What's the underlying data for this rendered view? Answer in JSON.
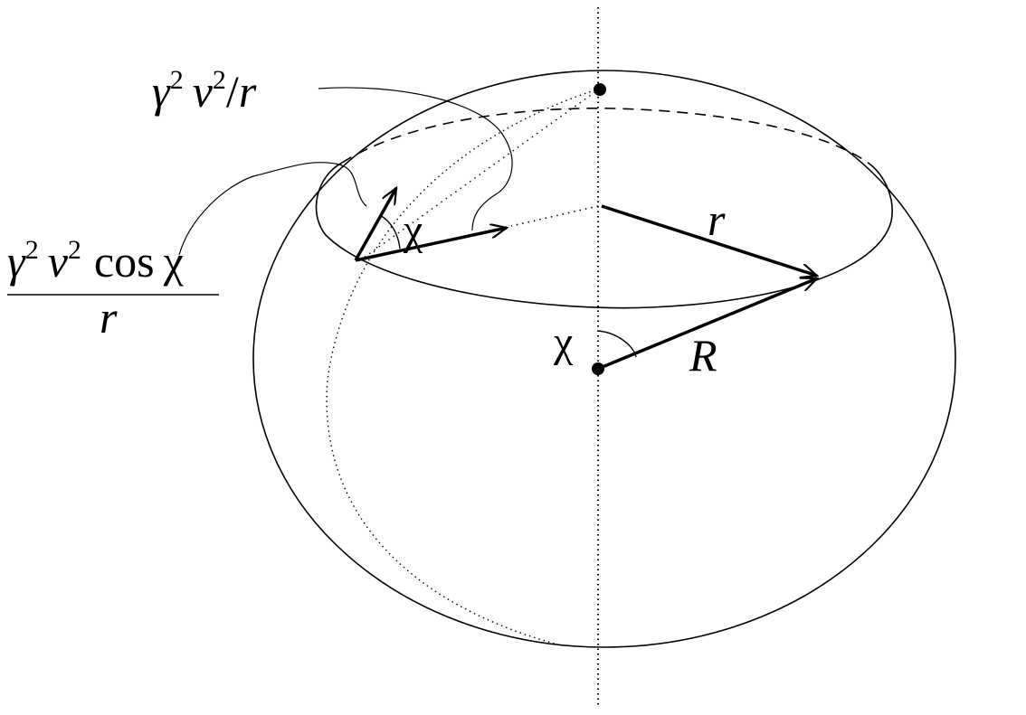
{
  "diagram": {
    "labels": {
      "centripetal": {
        "gamma": "γ",
        "sq1": "2",
        "v": "v",
        "sq2": "2",
        "slash": "/",
        "r": "r"
      },
      "component": {
        "gamma": "γ",
        "sq1": "2",
        "v": "v",
        "sq2": "2",
        "cos": "cos",
        "chi": "χ",
        "denominator": "r"
      },
      "angle_top": "χ",
      "angle_center": "χ",
      "small_radius": "r",
      "big_radius": "R"
    },
    "colors": {
      "ink": "#000000",
      "background": "#ffffff"
    }
  }
}
